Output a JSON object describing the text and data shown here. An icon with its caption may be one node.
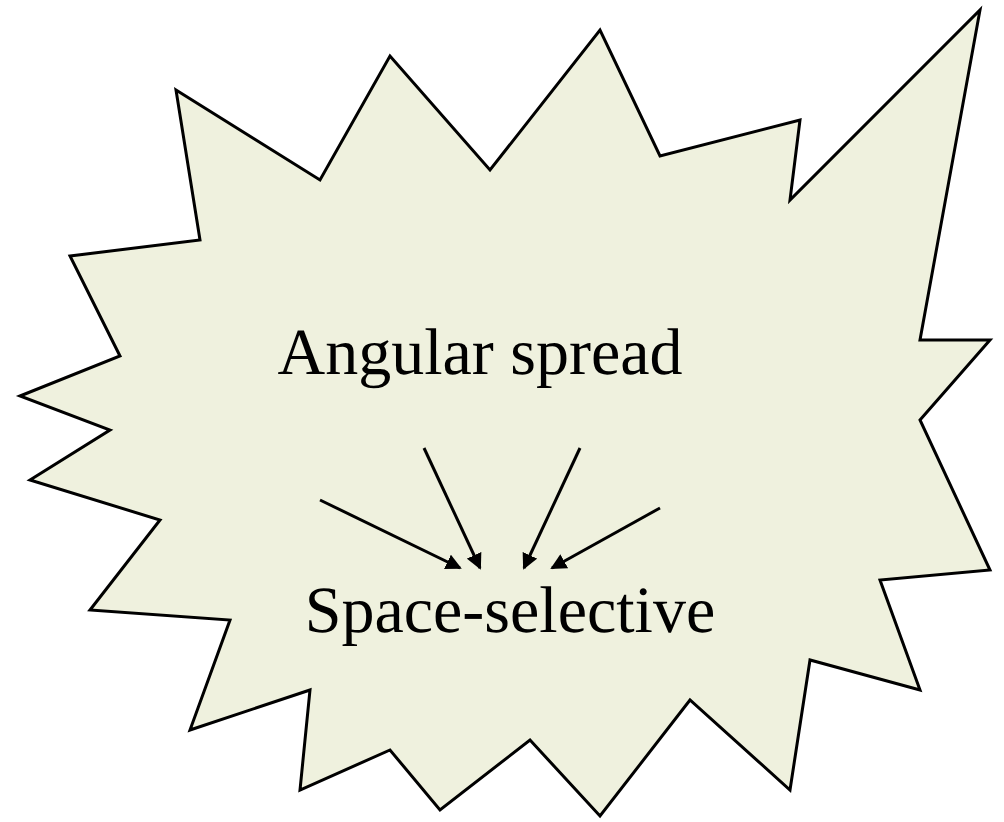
{
  "diagram": {
    "nodes": [
      {
        "text": [],
        "shape": "starburst"
      },
      {
        "text": [
          "Angular spread"
        ],
        "in": 0
      },
      {
        "text": [
          "Space-selective"
        ],
        "in": 0
      }
    ],
    "edges": [
      {
        "from": null,
        "to": 2,
        "arrow": "to"
      },
      {
        "from": null,
        "to": 2,
        "arrow": "to"
      },
      {
        "from": null,
        "to": 2,
        "arrow": "to"
      },
      {
        "from": null,
        "to": 2,
        "arrow": "to"
      }
    ]
  }
}
